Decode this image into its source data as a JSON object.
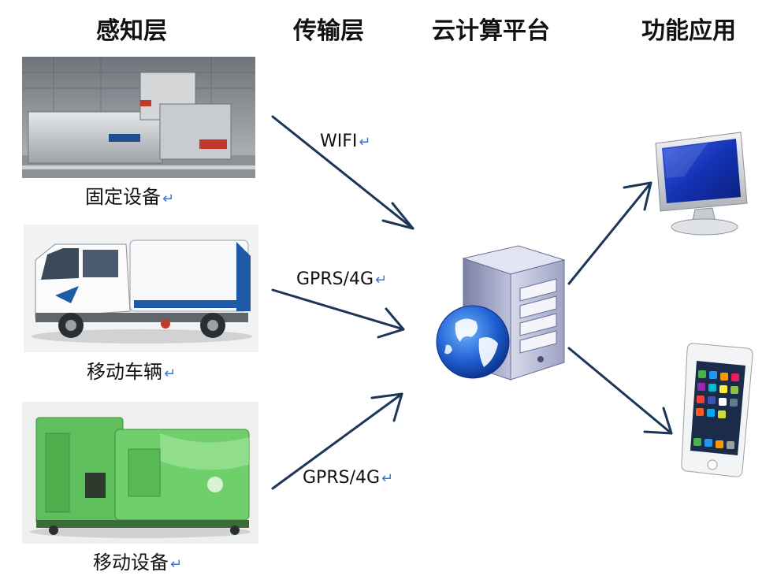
{
  "headers": {
    "sensing": "感知层",
    "transport": "传输层",
    "cloud": "云计算平台",
    "application": "功能应用"
  },
  "devices": {
    "fixed": "固定设备",
    "vehicle": "移动车辆",
    "mobile": "移动设备"
  },
  "links": {
    "wifi": "WIFI",
    "gprs_vehicle": "GPRS/4G",
    "gprs_mobile": "GPRS/4G"
  },
  "return_mark": "↵",
  "colors": {
    "arrow": "#1d3557",
    "return_mark": "#3a78d0"
  }
}
